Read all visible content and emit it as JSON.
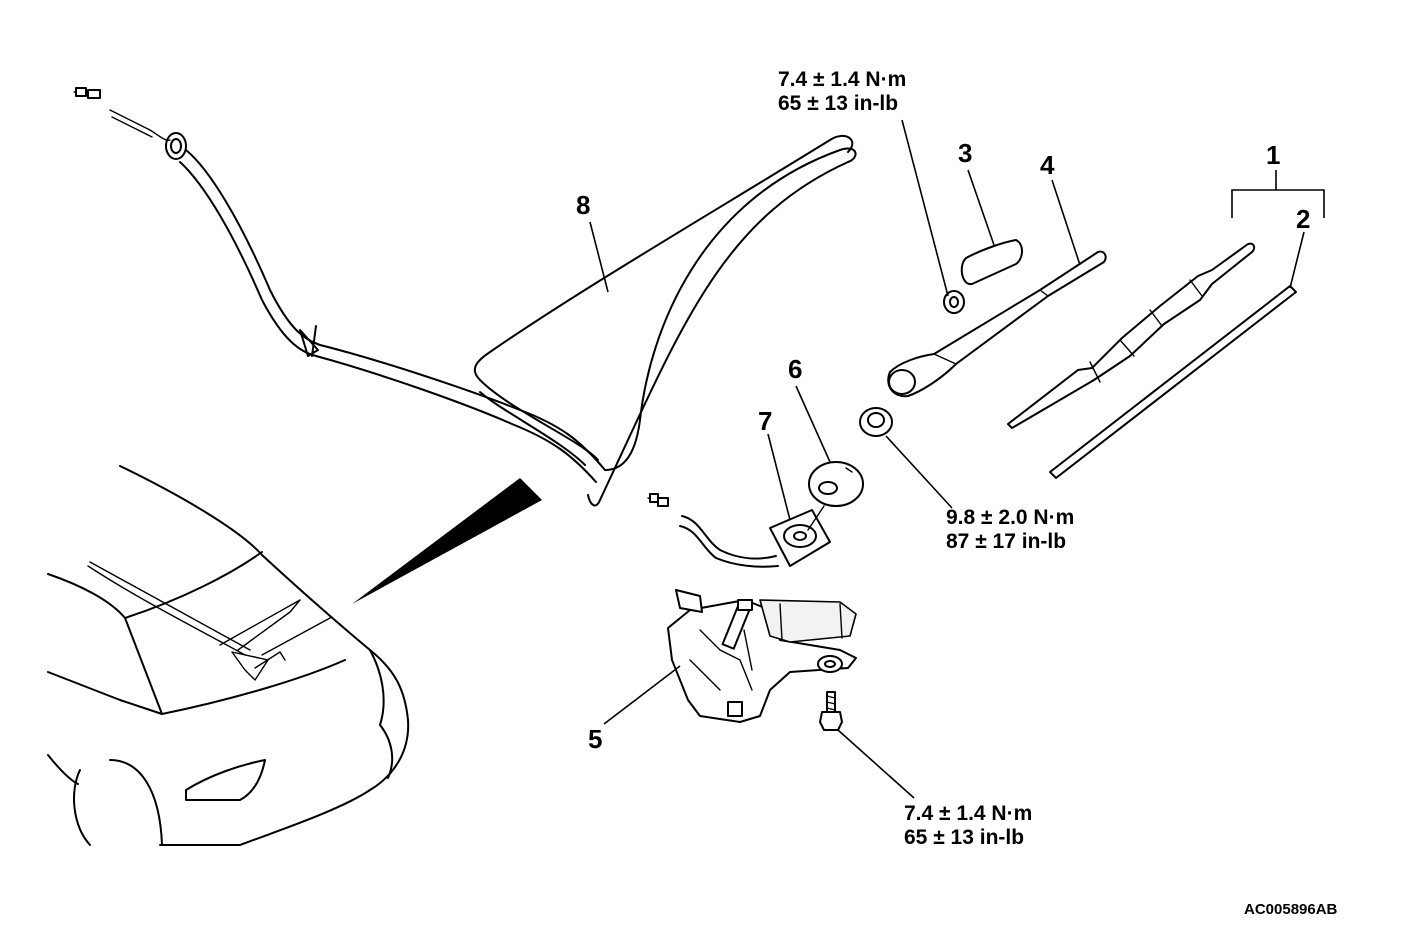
{
  "callouts": {
    "c1": "1",
    "c2": "2",
    "c3": "3",
    "c4": "4",
    "c5": "5",
    "c6": "6",
    "c7": "7",
    "c8": "8"
  },
  "torques": {
    "arm_nut": {
      "metric": "7.4 ± 1.4 N·m",
      "imperial": "65 ± 13 in-lb"
    },
    "pivot_nut": {
      "metric": "9.8 ± 2.0 N·m",
      "imperial": "87 ± 17 in-lb"
    },
    "motor_bolt": {
      "metric": "7.4 ± 1.4 N·m",
      "imperial": "65 ± 13 in-lb"
    }
  },
  "figure_code": "AC005896AB"
}
